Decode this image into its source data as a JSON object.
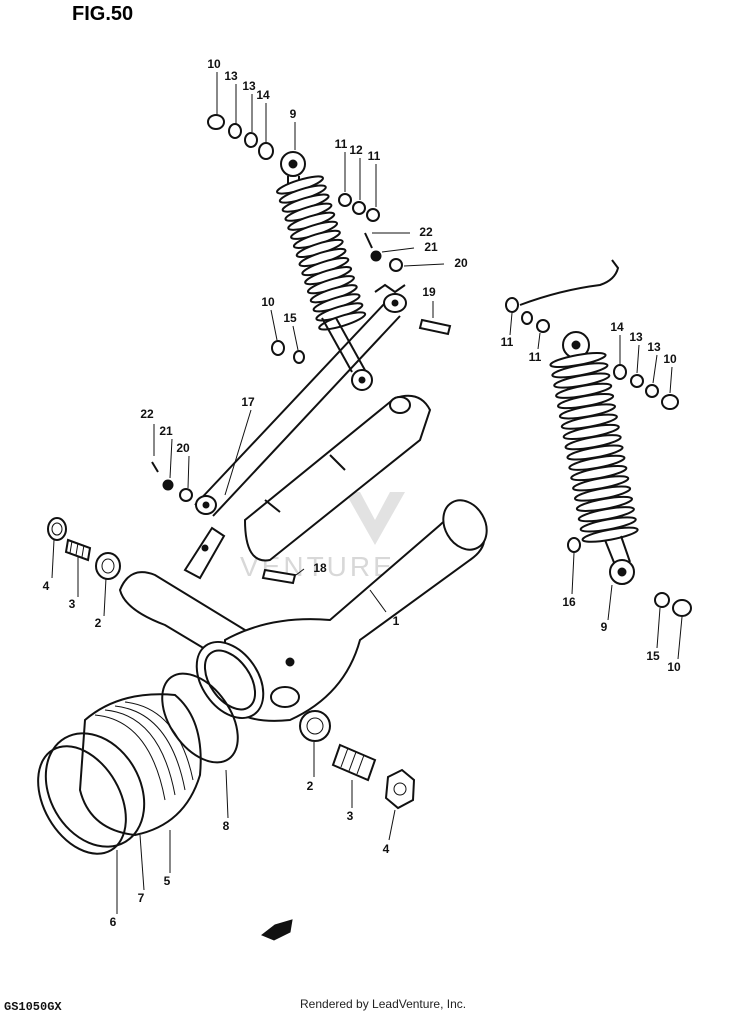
{
  "figure": {
    "title": "FIG.50",
    "model": "GS1050GX",
    "footer": "Rendered by LeadVenture, Inc.",
    "watermark": "VENTURE"
  },
  "callouts": [
    {
      "id": "c1",
      "text": "10"
    },
    {
      "id": "c2",
      "text": "13"
    },
    {
      "id": "c3",
      "text": "13"
    },
    {
      "id": "c4",
      "text": "14"
    },
    {
      "id": "c5",
      "text": "9"
    },
    {
      "id": "c6",
      "text": "11"
    },
    {
      "id": "c7",
      "text": "12"
    },
    {
      "id": "c8",
      "text": "11"
    },
    {
      "id": "c9",
      "text": "22"
    },
    {
      "id": "c10",
      "text": "21"
    },
    {
      "id": "c11",
      "text": "20"
    },
    {
      "id": "c12",
      "text": "19"
    },
    {
      "id": "c13",
      "text": "10"
    },
    {
      "id": "c14",
      "text": "15"
    },
    {
      "id": "c15",
      "text": "17"
    },
    {
      "id": "c16",
      "text": "22"
    },
    {
      "id": "c17",
      "text": "21"
    },
    {
      "id": "c18",
      "text": "20"
    },
    {
      "id": "c19",
      "text": "4"
    },
    {
      "id": "c20",
      "text": "3"
    },
    {
      "id": "c21",
      "text": "2"
    },
    {
      "id": "c22",
      "text": "18"
    },
    {
      "id": "c23",
      "text": "1"
    },
    {
      "id": "c24",
      "text": "11"
    },
    {
      "id": "c25",
      "text": "11"
    },
    {
      "id": "c26",
      "text": "14"
    },
    {
      "id": "c27",
      "text": "13"
    },
    {
      "id": "c28",
      "text": "13"
    },
    {
      "id": "c29",
      "text": "10"
    },
    {
      "id": "c30",
      "text": "16"
    },
    {
      "id": "c31",
      "text": "9"
    },
    {
      "id": "c32",
      "text": "15"
    },
    {
      "id": "c33",
      "text": "10"
    },
    {
      "id": "c34",
      "text": "8"
    },
    {
      "id": "c35",
      "text": "2"
    },
    {
      "id": "c36",
      "text": "3"
    },
    {
      "id": "c37",
      "text": "4"
    },
    {
      "id": "c38",
      "text": "6"
    },
    {
      "id": "c39",
      "text": "7"
    },
    {
      "id": "c40",
      "text": "5"
    }
  ]
}
